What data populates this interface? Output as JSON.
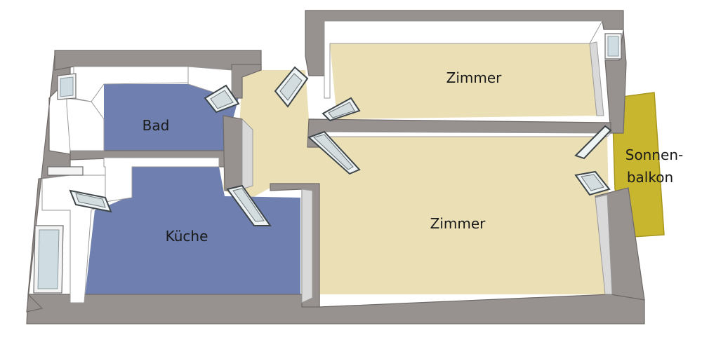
{
  "colors": {
    "wall": "#97918f",
    "floor_parquet": "#ebdfb6",
    "floor_tiles": "#6f80b0",
    "balcony": "#c8b62f",
    "balcony_edge": "#a8971d"
  },
  "rooms": {
    "bad": "Bad",
    "kueche": "Küche",
    "zimmer_top": "Zimmer",
    "zimmer_bottom": "Zimmer",
    "balcony_line1": "Sonnen-",
    "balcony_line2": "balkon"
  }
}
